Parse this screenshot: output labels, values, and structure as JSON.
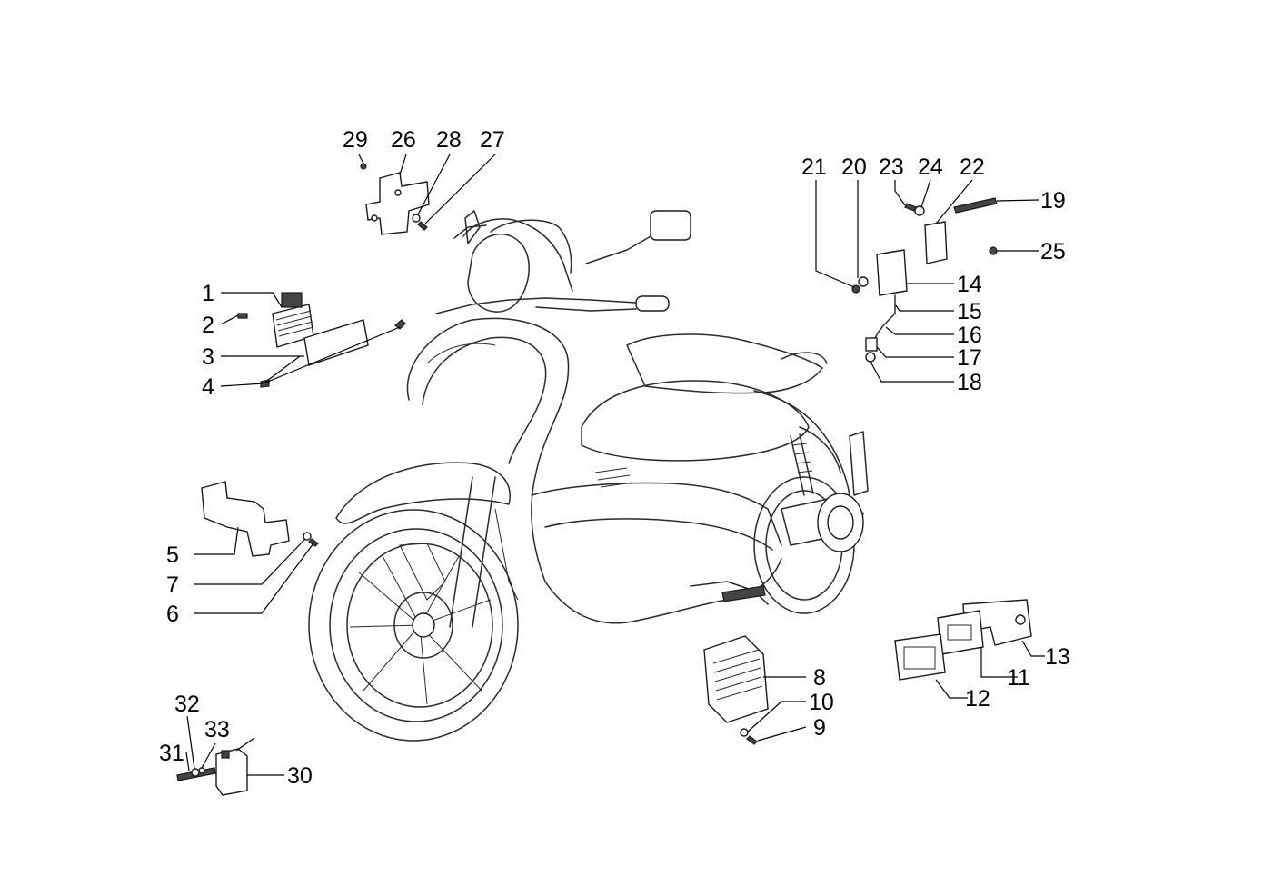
{
  "labels": {
    "l1": "1",
    "l2": "2",
    "l3": "3",
    "l4": "4",
    "l5": "5",
    "l6": "6",
    "l7": "7",
    "l8": "8",
    "l9": "9",
    "l10": "10",
    "l11": "11",
    "l12": "12",
    "l13": "13",
    "l14": "14",
    "l15": "15",
    "l16": "16",
    "l17": "17",
    "l18": "18",
    "l19": "19",
    "l20": "20",
    "l21": "21",
    "l22": "22",
    "l23": "23",
    "l24": "24",
    "l25": "25",
    "l26": "26",
    "l27": "27",
    "l28": "28",
    "l29": "29",
    "l30": "30",
    "l31": "31",
    "l32": "32",
    "l33": "33"
  }
}
